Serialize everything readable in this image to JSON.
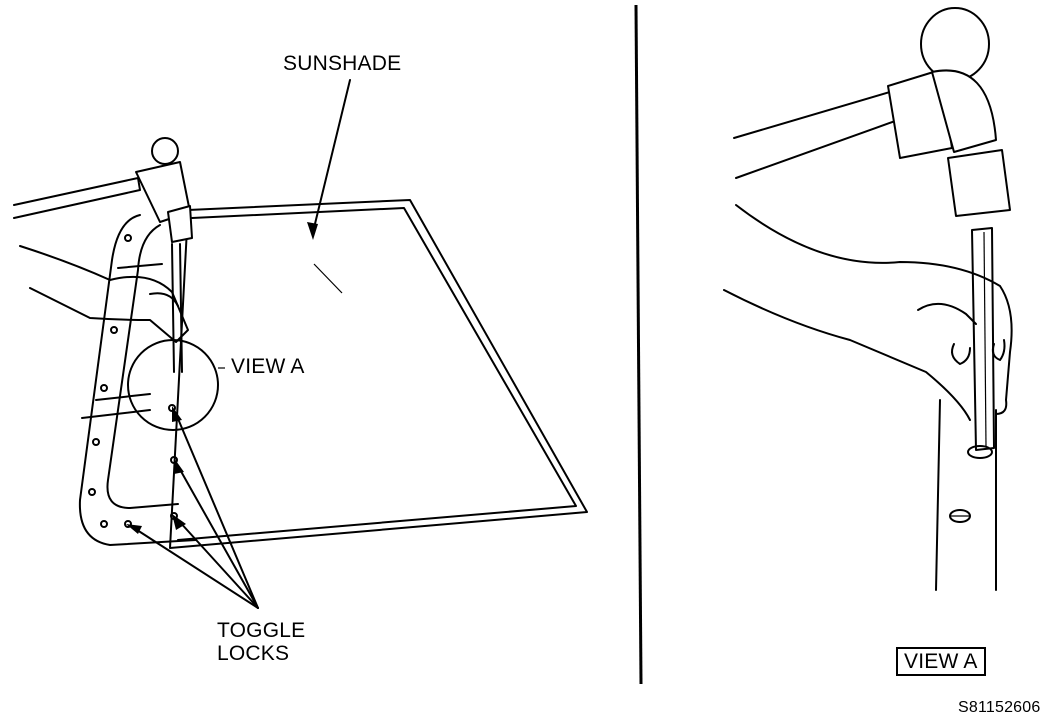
{
  "labels": {
    "sunshade": "SUNSHADE",
    "view_a_left": "VIEW A",
    "toggle_line1": "TOGGLE",
    "toggle_line2": "LOCKS",
    "view_a_box": "VIEW A",
    "figure_code": "S81152606"
  },
  "colors": {
    "ink": "#000000",
    "paper": "#ffffff"
  }
}
